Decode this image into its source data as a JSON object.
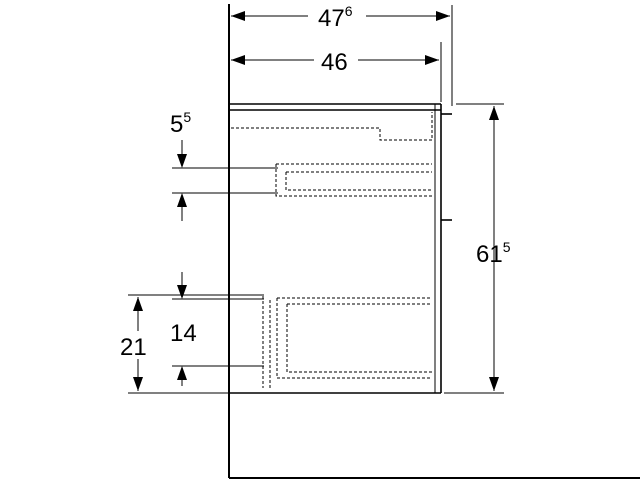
{
  "dimensions": {
    "overall_width": {
      "main": "47",
      "sup": "6"
    },
    "body_width": {
      "main": "46"
    },
    "top_offset": {
      "main": "5",
      "sup": "5"
    },
    "total_height": {
      "main": "61",
      "sup": "5"
    },
    "lower_height": {
      "main": "21"
    },
    "drawer_height": {
      "main": "14"
    }
  }
}
